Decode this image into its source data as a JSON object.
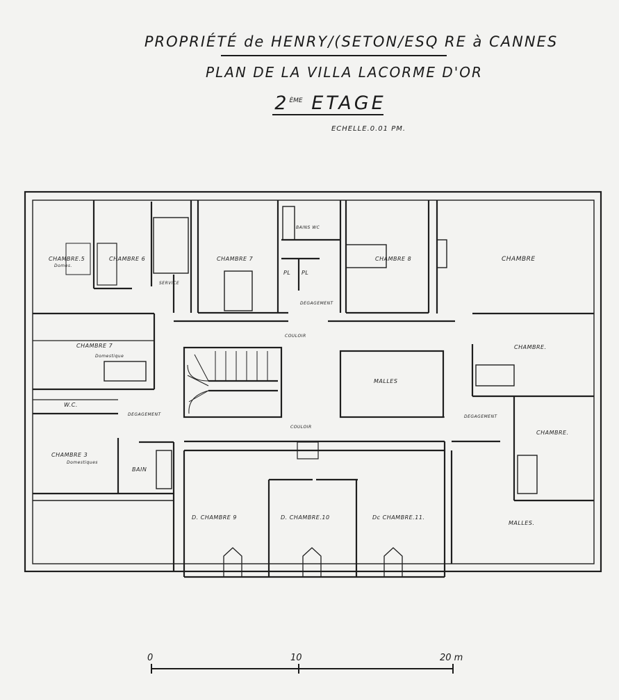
{
  "header": {
    "line1": "PROPRIÉTÉ de HENRY/(SETON/ESQ RE à CANNES",
    "line2": "PLAN DE LA VILLA LACORME D'OR",
    "line3_sup": "ÈME",
    "line3_prefix": "2",
    "line3_text": "ETAGE",
    "scale_note": "ECHELLE.0.01 PM."
  },
  "rooms": {
    "chambre5": "CHAMBRE.5",
    "chambre5_sub": "Domes. ",
    "chambre6": "CHAMBRE 6",
    "service": "SERVICE",
    "chambre7a": "CHAMBRE 7",
    "bains_wc": "BAINS WC",
    "pl1": "PL",
    "pl2": "PL",
    "chambre8": "CHAMBRE 8",
    "chambre_ne": "CHAMBRE",
    "degagement_top": "DEGAGEMENT",
    "couloir_top": "COULOIR",
    "chambre7b": "CHAMBRE 7",
    "chambre7b_sub": "Domestique",
    "malles_center": "MALLES",
    "chambre_e": "CHAMBRE.",
    "wc": "W.C.",
    "degagement_w": "DEGAGEMENT",
    "couloir_bottom": "COULOIR",
    "degagement_e": "DEGAGEMENT",
    "chambre3": "CHAMBRE 3",
    "chambre3_sub": "Domestiques",
    "bain": "BAIN",
    "chambre_se": "CHAMBRE.",
    "d_chambre9": "D. CHAMBRE 9",
    "d_chambre10": "D. CHAMBRE.10",
    "d_chambre11": "Dc CHAMBRE.11.",
    "malles_se": "MALLES."
  },
  "scale_bar": {
    "label_0": "0",
    "label_10": "10",
    "label_20": "20 m"
  }
}
